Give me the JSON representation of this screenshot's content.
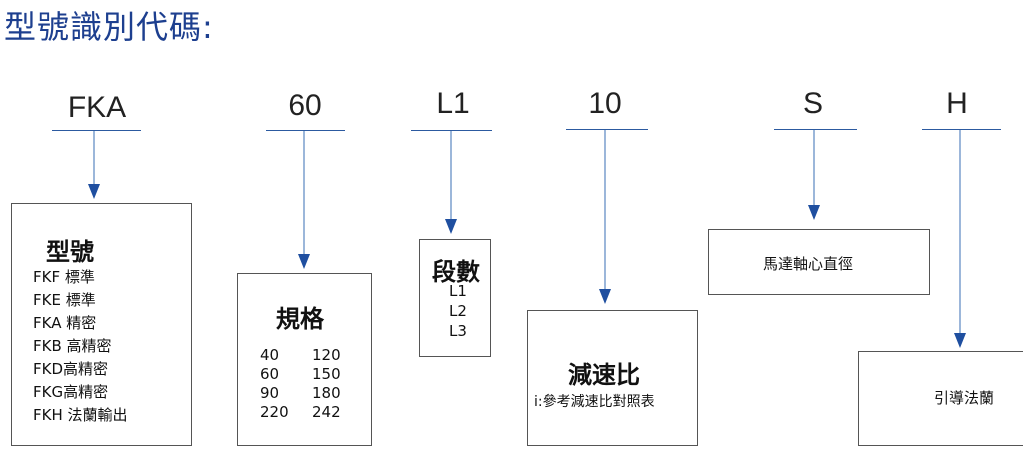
{
  "title": "型號識別代碼:",
  "codes": [
    "FKA",
    "60",
    "L1",
    "10",
    "S",
    "H"
  ],
  "boxes": {
    "model": {
      "title": "型號",
      "items": [
        "FKF 標準",
        "FKE 標準",
        "FKA 精密",
        "FKB 高精密",
        "FKD高精密",
        "FKG高精密",
        "FKH 法蘭輸出"
      ]
    },
    "spec": {
      "title": "規格",
      "rows": [
        [
          "40",
          "120"
        ],
        [
          "60",
          "150"
        ],
        [
          "90",
          "180"
        ],
        [
          "220",
          "242"
        ]
      ]
    },
    "stages": {
      "title": "段數",
      "items": [
        "L1",
        "L2",
        "L3"
      ]
    },
    "ratio": {
      "title": "減速比",
      "note": "i:參考減速比對照表"
    },
    "shaft": {
      "label": "馬達軸心直徑"
    },
    "flange": {
      "label": "引導法蘭"
    }
  },
  "colors": {
    "title": "#1d3f8f",
    "arrow": "#2c5aa0"
  }
}
